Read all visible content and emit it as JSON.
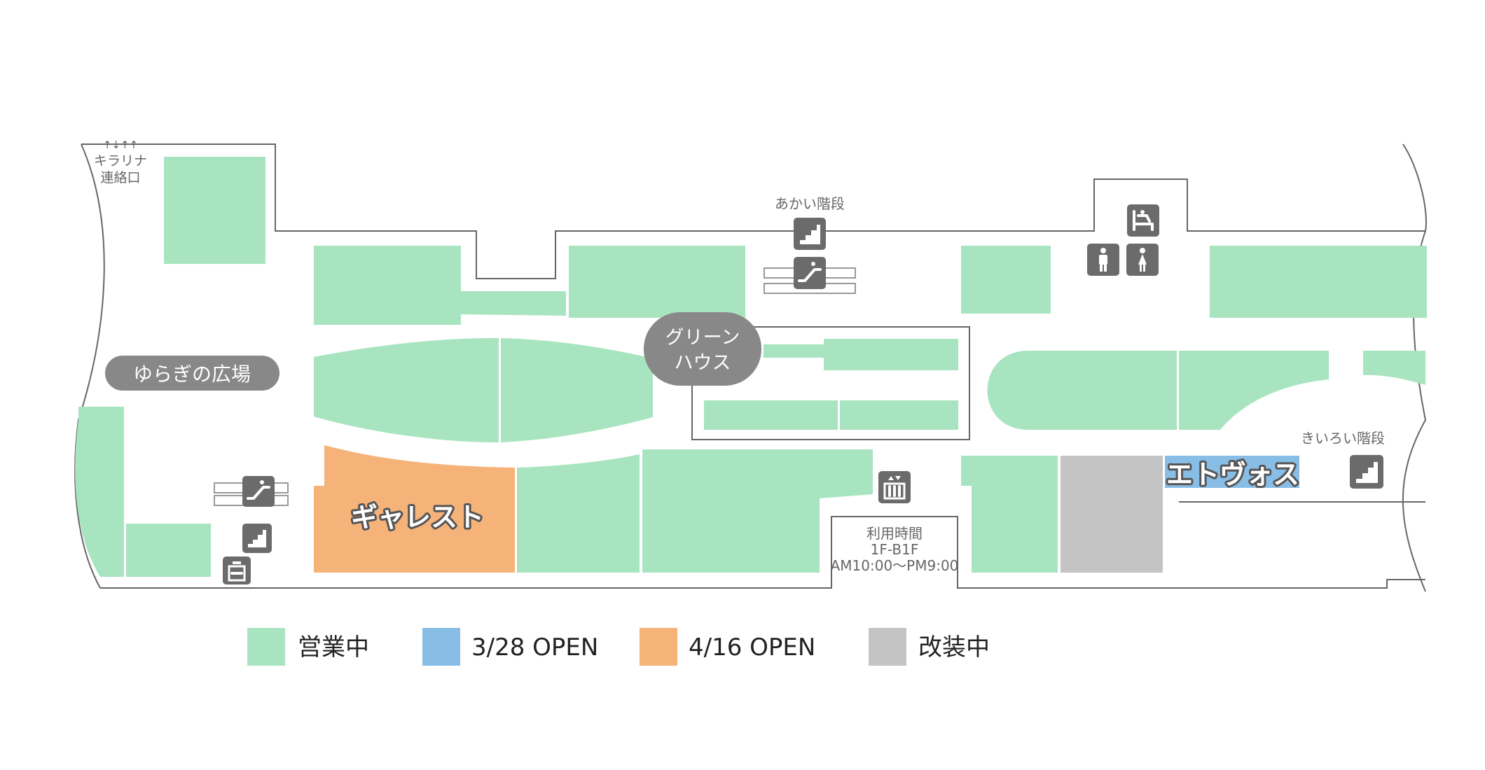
{
  "colors": {
    "open": "#a8e4c0",
    "opening_0328": "#88bde6",
    "opening_0416": "#f5b37a",
    "renovation": "#c4c4c4",
    "icon": "#6b6b6b",
    "pill": "#888888",
    "wall": "#555555"
  },
  "labels": {
    "kirarina_arrows": "↑↓↑↑",
    "kirarina_line1": "キラリナ",
    "kirarina_line2": "連絡口",
    "akai_stairs": "あかい階段",
    "kiiroi_stairs": "きいろい階段",
    "yuragi_plaza": "ゆらぎの広場",
    "green_house_line1": "グリーン",
    "green_house_line2": "ハウス",
    "gallest": "ギャレスト",
    "etvos": "エトヴォス",
    "hours_line1": "利用時間",
    "hours_line2": "1F-B1F",
    "hours_line3": "AM10:00〜PM9:00"
  },
  "icons": {
    "stairs_top": "stairs-icon",
    "escalator_top": "escalator-icon",
    "nursing_room": "nursing-room-icon",
    "restroom_men": "restroom-men-icon",
    "restroom_women": "restroom-women-icon",
    "elevator": "elevator-icon",
    "escalator_left": "escalator-icon",
    "stairs_left": "stairs-icon",
    "locker": "locker-icon",
    "stairs_right": "stairs-icon"
  },
  "legend": [
    {
      "label": "営業中",
      "color": "#a8e4c0"
    },
    {
      "label": "3/28 OPEN",
      "color": "#88bde6"
    },
    {
      "label": "4/16 OPEN",
      "color": "#f5b37a"
    },
    {
      "label": "改装中",
      "color": "#c4c4c4"
    }
  ]
}
